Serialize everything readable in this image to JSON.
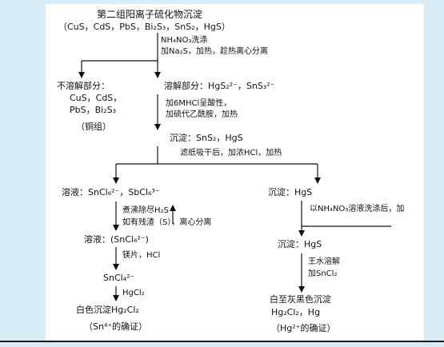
{
  "diagram": {
    "title": "第二组阳离子硫化物沉淀",
    "title_formula": "（CuS，CdS，PbS，Bi₂S₃，SnS₂，HgS）",
    "step1": {
      "line1": "NH₄NO₃洗涤",
      "line2": "加Na₂S，加热，趁热离心分离"
    },
    "insoluble": {
      "title": "不溶解部分：",
      "line1": "CuS，CdS，",
      "line2": "PbS，Bi₂S₃",
      "group": "（铜组）"
    },
    "soluble": {
      "label": "溶解部分：HgS₂²⁻，SnS₃²⁻"
    },
    "step2": {
      "line1": "加6MHCl呈酸性，",
      "line2": "加硫代乙酰胺，加热"
    },
    "precip1": {
      "label": "沉淀：SnS₂，HgS"
    },
    "step3": {
      "label": "滤纸吸干后，加浓HCl，加热"
    },
    "left_branch": {
      "solution": "溶液：SnCl₆²⁻，SbCl₆³⁻",
      "step_a1": "煮沸除尽H₂S",
      "step_a2": "如有残渣（S），离心分离",
      "solution2": "溶液：(SnCl₆²⁻)",
      "step_b": "镁片，HCl",
      "sncl4": "SnCl₄²⁻",
      "hgcl2": "HgCl₂",
      "result": "白色沉淀Hg₂Cl₂",
      "confirm": "（Sn⁴⁺的确证）"
    },
    "right_branch": {
      "precip": "沉淀：HgS",
      "wash": "以NH₄NO₃溶液洗涤后，加",
      "precip2": "沉淀：HgS",
      "step_a": "王水溶解",
      "step_b": "加SnCl₂",
      "result1": "白至灰黑色沉淀",
      "result2": "Hg₂Cl₂，Hg",
      "confirm": "（Hg²⁺的确证）"
    }
  }
}
